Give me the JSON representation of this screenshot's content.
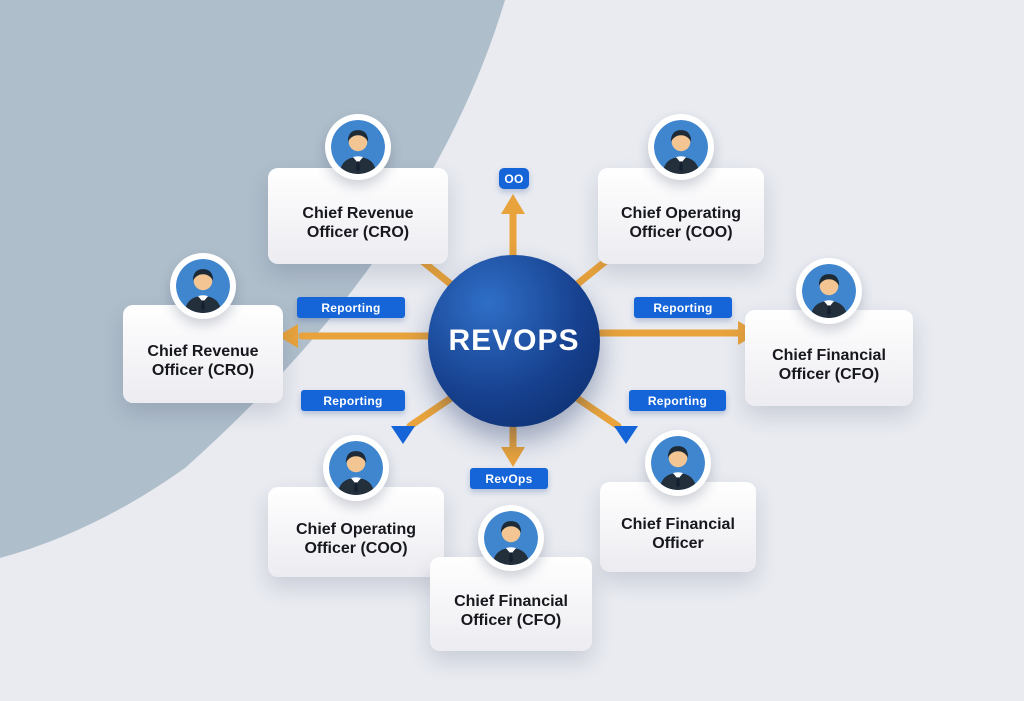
{
  "diagram": {
    "type": "org-hub-diagram",
    "center": {
      "label": "REVOPS"
    },
    "cards": [
      {
        "id": "top-left",
        "title": "Chief Revenue Officer (CRO)"
      },
      {
        "id": "top-right",
        "title": "Chief Operating Officer (COO)"
      },
      {
        "id": "mid-left",
        "title": "Chief Revenue Officer (CRO)"
      },
      {
        "id": "mid-right",
        "title": "Chief Financial Officer (CFO)"
      },
      {
        "id": "bottom-left",
        "title": "Chief Operating Officer (COO)"
      },
      {
        "id": "bottom-right",
        "title": "Chief Financial Officer"
      },
      {
        "id": "bottom-center",
        "title": "Chief Financial Officer (CFO)"
      }
    ],
    "badges": [
      {
        "id": "reporting-top-left",
        "label": "Reporting"
      },
      {
        "id": "reporting-top-right",
        "label": "Reporting"
      },
      {
        "id": "reporting-bottom-left",
        "label": "Reporting"
      },
      {
        "id": "reporting-bottom-right",
        "label": "Reporting"
      },
      {
        "id": "revops-bottom",
        "label": "RevOps"
      },
      {
        "id": "oo-top",
        "label": "OO"
      }
    ],
    "colors": {
      "arrow": "#E8A33C",
      "badge_blue": "#1565D8",
      "center_circle": "#0A2A66",
      "background_left": "#AFBECB",
      "background_right": "#E9EBF1"
    },
    "icons": [
      "person-avatar-icon"
    ]
  }
}
